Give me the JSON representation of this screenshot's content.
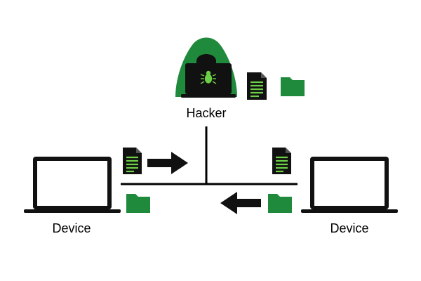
{
  "labels": {
    "hacker": "Hacker",
    "left_device": "Device",
    "right_device": "Device"
  },
  "icons": {
    "hacker": "hooded-hacker-icon",
    "bug": "bug-icon",
    "document": "document-icon",
    "folder": "folder-icon",
    "laptop": "laptop-icon",
    "arrow_right": "arrow-right-icon",
    "arrow_left": "arrow-left-icon"
  },
  "colors": {
    "accent_green": "#1f8a3c",
    "bug_green": "#6ccf45",
    "line": "#000000",
    "background": "#ffffff"
  }
}
